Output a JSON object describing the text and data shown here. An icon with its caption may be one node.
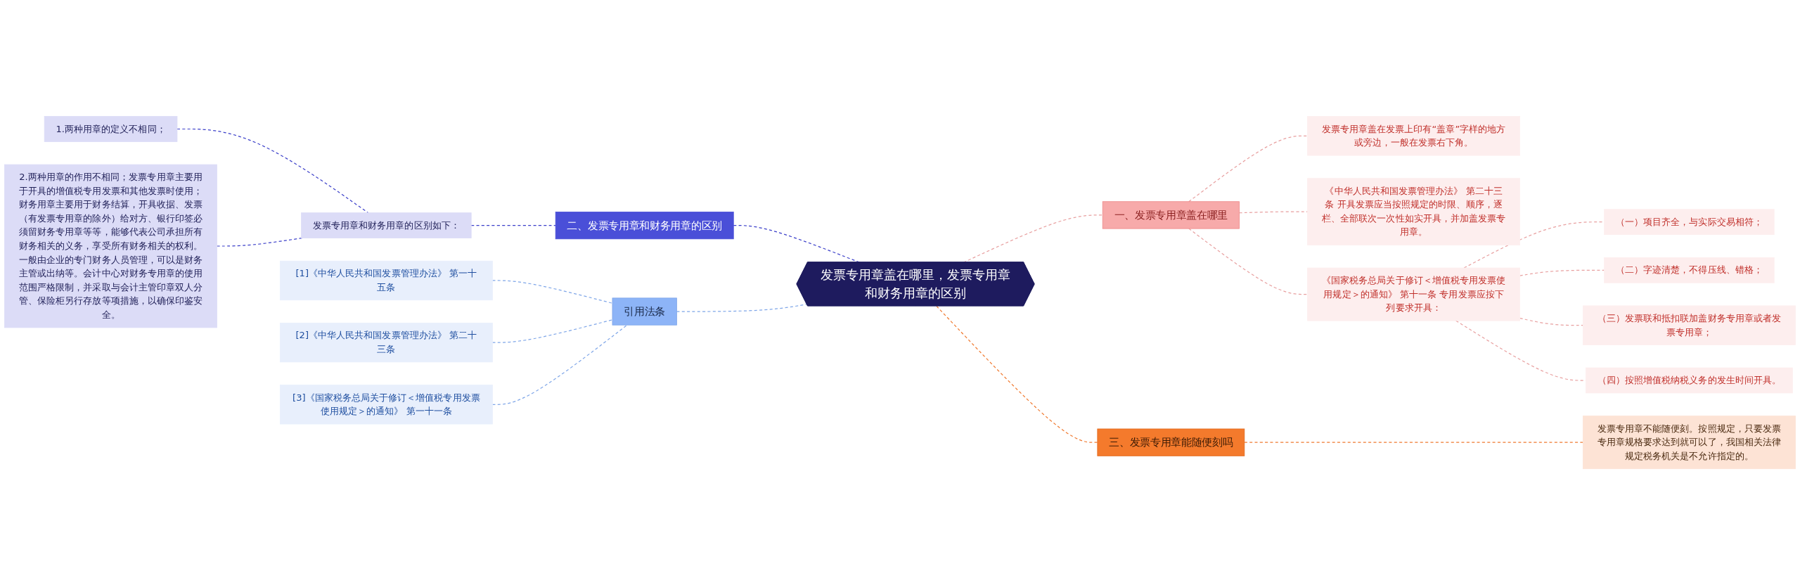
{
  "diagram": {
    "nodes": [
      {
        "text": [
          "发票专用章盖在哪里，发票专用章和财务用章的区别"
        ]
      },
      {
        "text": [
          "一、发票专用章盖在哪里"
        ]
      },
      {
        "text": [
          "发票专用章盖在发票上印有“盖章”字样的地方或旁边，一般在发票右下角。"
        ]
      },
      {
        "text": [
          "《中华人民共和国发票管理办法》 第二十三条 开具发票应当按照规定的时限、顺序，逐栏、全部联次一次性如实开具，并加盖发票专用章。"
        ]
      },
      {
        "text": [
          "《国家税务总局关于修订＜增值税专用发票使用规定＞的通知》 第十一条 专用发票应按下列要求开具："
        ]
      },
      {
        "text": [
          "（一）项目齐全，与实际交易相符；"
        ]
      },
      {
        "text": [
          "（二）字迹清楚，不得压线、错格；"
        ]
      },
      {
        "text": [
          "（三）发票联和抵扣联加盖财务专用章或者发票专用章；"
        ]
      },
      {
        "text": [
          "（四）按照增值税纳税义务的发生时间开具。"
        ]
      },
      {
        "text": [
          "二、发票专用章和财务用章的区别"
        ]
      },
      {
        "text": [
          "发票专用章和财务用章的区别如下："
        ]
      },
      {
        "text": [
          "1.两种用章的定义不相同；"
        ]
      },
      {
        "text": [
          "2.两种用章的作用不相同；发票专用章主要用于开具的增值税专用发票和其他发票时使用；财务用章主要用于财务结算，开具收据、发票（有发票专用章的除外）给对方、银行印签必须留财务专用章等等，能够代表公司承担所有财务相关的义务，享受所有财务相关的权利。一般由企业的专门财务人员管理，可以是财务主管或出纳等。会计中心对财务专用章的使用范围严格限制，并采取与会计主管印章双人分管、保险柜另行存放等项措施，以确保印鉴安全。"
        ]
      },
      {
        "text": [
          "三、发票专用章能随便刻吗"
        ]
      },
      {
        "text": [
          "发票专用章不能随便刻。按照规定，只要发票专用章规格要求达到就可以了，我国相关法律规定税务机关是不允许指定的。"
        ]
      },
      {
        "text": [
          "引用法条"
        ]
      },
      {
        "text": [
          "[1]《中华人民共和国发票管理办法》 第一十五条"
        ]
      },
      {
        "text": [
          "[2]《中华人民共和国发票管理办法》 第二十三条"
        ]
      },
      {
        "text": [
          "[3]《国家税务总局关于修订＜增值税专用发票使用规定＞的通知》 第一十一条"
        ]
      }
    ],
    "edges": [
      {
        "from": 0,
        "to": 1,
        "arrow": "none",
        "style": "dashed"
      },
      {
        "from": 1,
        "to": 2,
        "arrow": "none",
        "style": "dashed"
      },
      {
        "from": 1,
        "to": 3,
        "arrow": "none",
        "style": "dashed"
      },
      {
        "from": 1,
        "to": 4,
        "arrow": "none",
        "style": "dashed"
      },
      {
        "from": 4,
        "to": 5,
        "arrow": "none",
        "style": "dashed"
      },
      {
        "from": 4,
        "to": 6,
        "arrow": "none",
        "style": "dashed"
      },
      {
        "from": 4,
        "to": 7,
        "arrow": "none",
        "style": "dashed"
      },
      {
        "from": 4,
        "to": 8,
        "arrow": "none",
        "style": "dashed"
      },
      {
        "from": 9,
        "to": 0,
        "arrow": "none",
        "style": "dashed",
        "color": "#3b3fc9"
      },
      {
        "from": 10,
        "to": 9,
        "arrow": "none",
        "style": "dashed",
        "color": "#3b3fc9"
      },
      {
        "from": 11,
        "to": 10,
        "arrow": "none",
        "style": "dashed",
        "color": "#3b3fc9"
      },
      {
        "from": 12,
        "to": 10,
        "arrow": "none",
        "style": "dashed",
        "color": "#3b3fc9"
      },
      {
        "from": 0,
        "to": 13,
        "arrow": "none",
        "style": "dashed",
        "color": "#f07a30"
      },
      {
        "from": 13,
        "to": 14,
        "arrow": "none",
        "style": "dashed",
        "color": "#f07a30"
      },
      {
        "from": 15,
        "to": 0,
        "arrow": "none",
        "style": "dashed",
        "color": "#7fa6e8"
      },
      {
        "from": 16,
        "to": 15,
        "arrow": "none",
        "style": "dashed",
        "color": "#7fa6e8"
      },
      {
        "from": 17,
        "to": 15,
        "arrow": "none",
        "style": "dashed",
        "color": "#7fa6e8"
      },
      {
        "from": 18,
        "to": 15,
        "arrow": "none",
        "style": "dashed",
        "color": "#7fa6e8"
      }
    ]
  }
}
